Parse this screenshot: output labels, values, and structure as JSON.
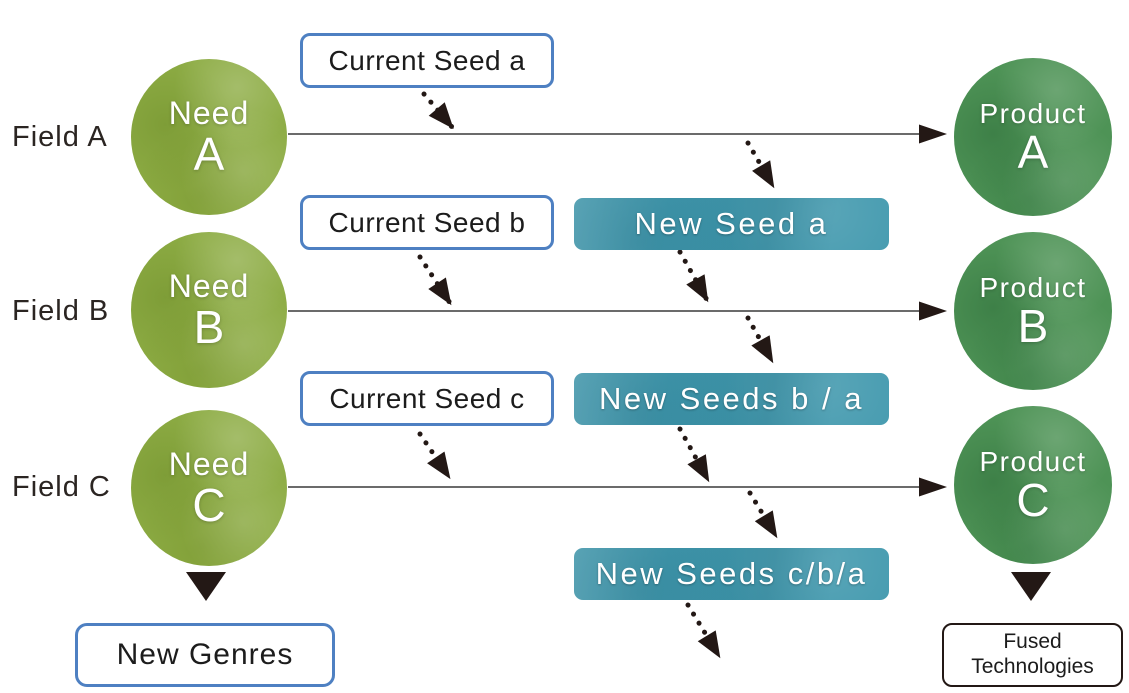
{
  "colors": {
    "need_fill": "#8dac44",
    "product_fill": "#4e9356",
    "seed_fill": "#4299ae",
    "blue_border": "#4e80c2",
    "dark_border": "#231815",
    "label_text": "#2b2522",
    "flow_line": "#3a3a3a",
    "arrow_black": "#231815",
    "white_text": "#ffffff"
  },
  "rows": [
    {
      "field_label": "Field A",
      "need_line1": "Need",
      "need_line2": "A",
      "product_line1": "Product",
      "product_line2": "A",
      "current_seed_label": "Current Seed a"
    },
    {
      "field_label": "Field B",
      "need_line1": "Need",
      "need_line2": "B",
      "product_line1": "Product",
      "product_line2": "B",
      "current_seed_label": "Current Seed b"
    },
    {
      "field_label": "Field C",
      "need_line1": "Need",
      "need_line2": "C",
      "product_line1": "Product",
      "product_line2": "C",
      "current_seed_label": "Current Seed c"
    }
  ],
  "new_seed_boxes": [
    {
      "label": "New Seed a"
    },
    {
      "label": "New Seeds b / a"
    },
    {
      "label": "New Seeds c/b/a"
    }
  ],
  "outcome_left_label": "New Genres",
  "outcome_right_line1": "Fused",
  "outcome_right_line2": "Technologies"
}
